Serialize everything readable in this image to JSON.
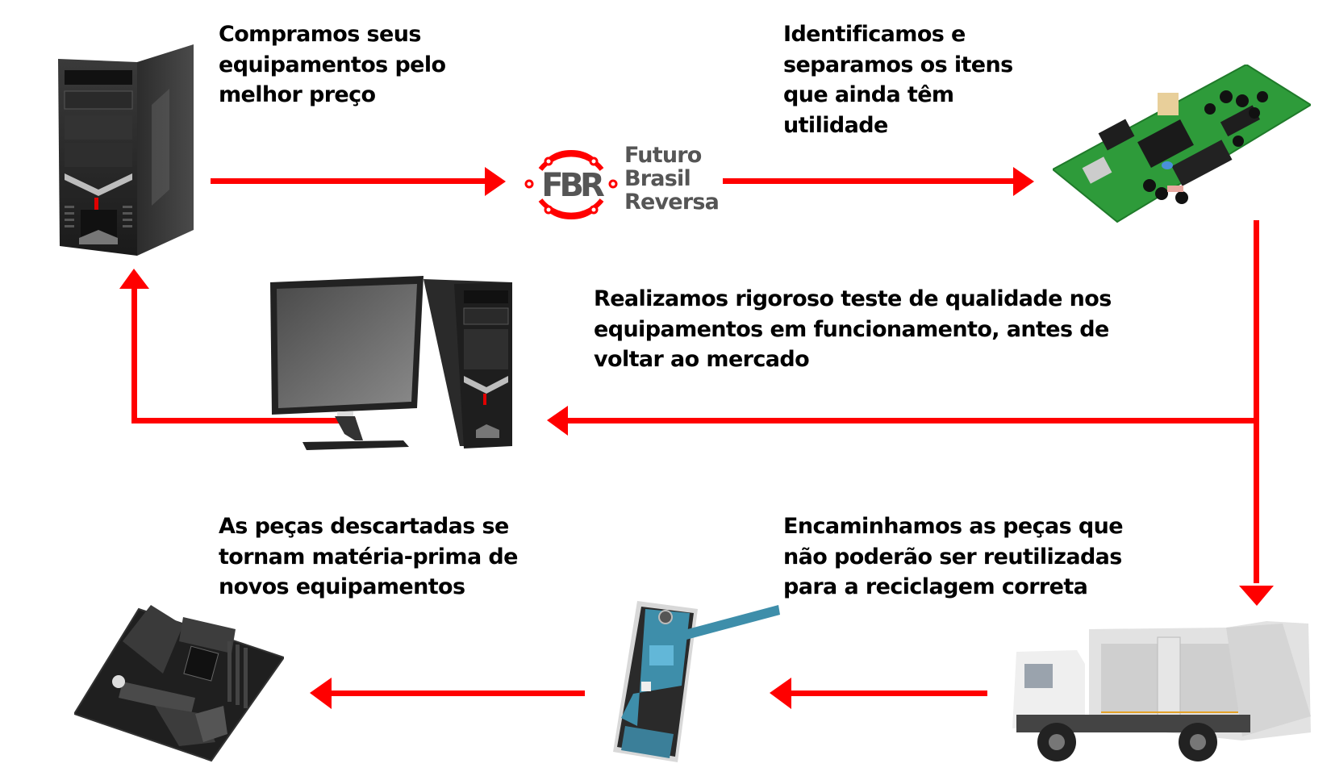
{
  "brand": {
    "logo_monogram": "FBR",
    "name_lines": [
      "Futuro",
      "Brasil",
      "Reversa"
    ],
    "accent_color": "#ff0000",
    "text_color": "#555555"
  },
  "steps": [
    {
      "id": "buy",
      "lines": [
        "Compramos seus",
        "equipamentos pelo",
        "melhor preço"
      ],
      "image": "desktop-tower"
    },
    {
      "id": "identify",
      "lines": [
        "Identificamos e",
        "separamos os itens",
        "que ainda têm",
        "utilidade"
      ],
      "image": "circuit-board"
    },
    {
      "id": "test",
      "lines": [
        "Realizamos rigoroso teste de qualidade nos",
        "equipamentos em funcionamento, antes de",
        "voltar ao mercado"
      ],
      "image": "monitor-and-tower"
    },
    {
      "id": "recycle",
      "lines": [
        "Encaminhamos as peças que",
        "não poderão ser reutilizadas",
        "para a reciclagem correta"
      ],
      "image": "garbage-truck"
    },
    {
      "id": "disassembled",
      "lines": [],
      "image": "disassembled-phone"
    },
    {
      "id": "raw-material",
      "lines": [
        "As peças descartadas se",
        "tornam matéria-prima de",
        "novos equipamentos"
      ],
      "image": "motherboard"
    }
  ],
  "flow": [
    "desktop-tower -> logo",
    "logo -> circuit-board",
    "circuit-board -> garbage-truck",
    "circuit-board -> monitor-and-tower",
    "monitor-and-tower -> desktop-tower",
    "garbage-truck -> disassembled-phone",
    "disassembled-phone -> motherboard"
  ]
}
